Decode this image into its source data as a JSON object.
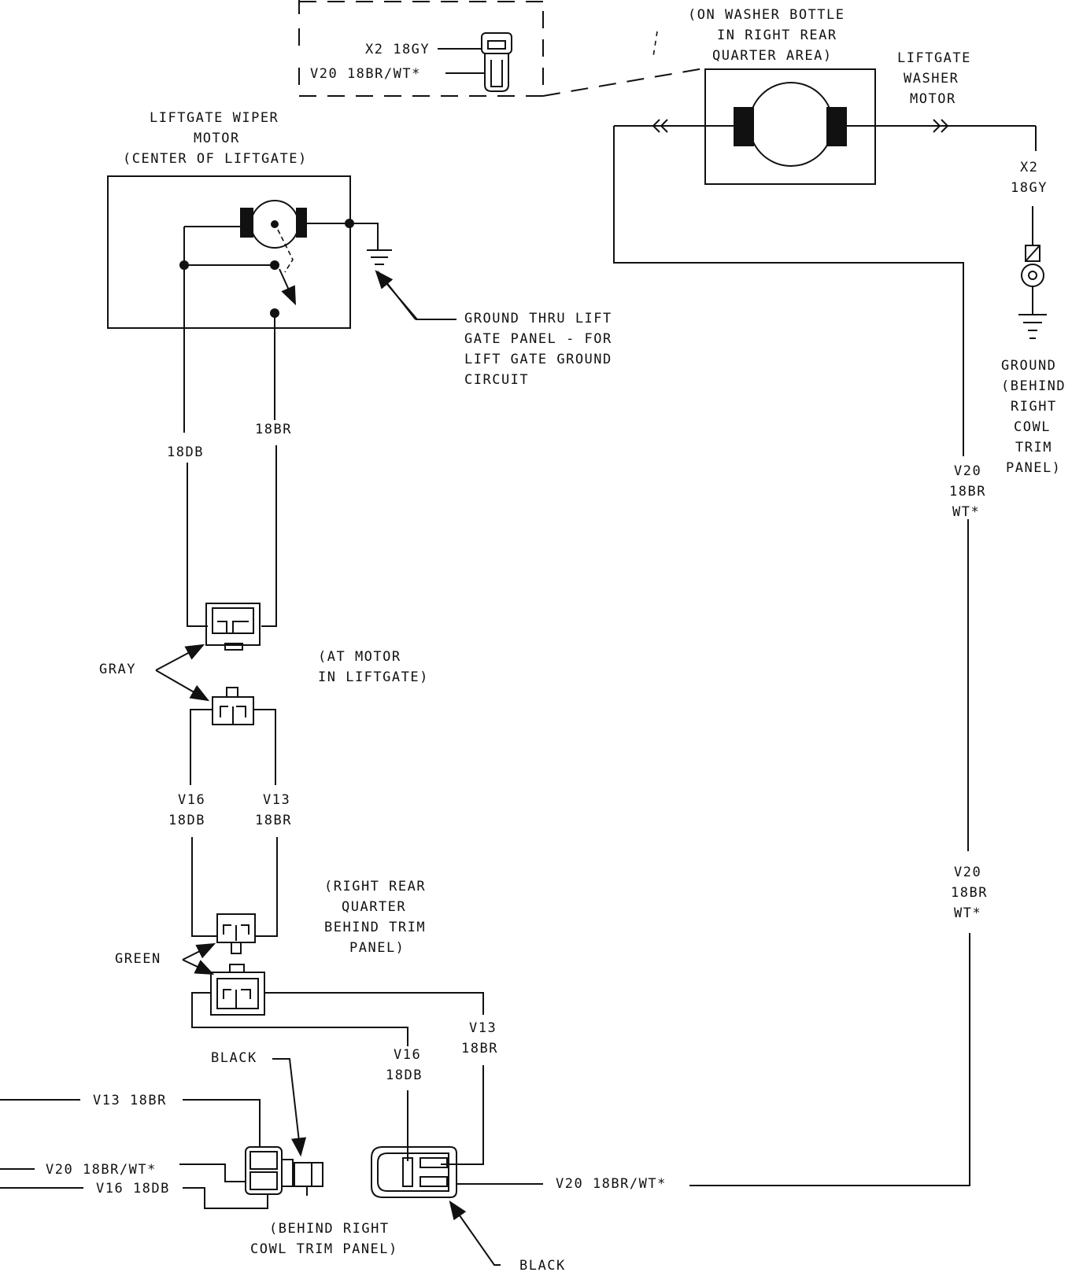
{
  "washer_bottle": {
    "loc": [
      "(ON WASHER BOTTLE",
      "IN RIGHT REAR",
      "QUARTER AREA)"
    ],
    "motor": [
      "LIFTGATE",
      "WASHER",
      "MOTOR"
    ]
  },
  "inset": {
    "x2": "X2 18GY",
    "v20": "V20 18BR/WT*"
  },
  "wiper_motor": [
    "LIFTGATE WIPER",
    "MOTOR",
    "(CENTER OF LIFTGATE)"
  ],
  "ground_lift": [
    "GROUND THRU LIFT",
    "GATE PANEL - FOR",
    "LIFT GATE GROUND",
    "CIRCUIT"
  ],
  "ground_cowl": [
    "GROUND",
    "(BEHIND",
    "RIGHT",
    "COWL",
    "TRIM",
    "PANEL)"
  ],
  "x2_wire": [
    "X2",
    "18GY"
  ],
  "v20_right_a": [
    "V20",
    "18BR",
    "WT*"
  ],
  "v20_right_b": [
    "V20",
    "18BR",
    "WT*"
  ],
  "wire_18db": "18DB",
  "wire_18br": "18BR",
  "gray": "GRAY",
  "at_motor": [
    "(AT MOTOR",
    "IN LIFTGATE)"
  ],
  "v16_mid": [
    "V16",
    "18DB"
  ],
  "v13_mid": [
    "V13",
    "18BR"
  ],
  "right_rear": [
    "(RIGHT REAR",
    "QUARTER",
    "BEHIND TRIM",
    "PANEL)"
  ],
  "green": "GREEN",
  "v13_low": [
    "V13",
    "18BR"
  ],
  "v16_low": [
    "V16",
    "18DB"
  ],
  "black_top": "BLACK",
  "black_bottom": "BLACK",
  "left_v13": "V13 18BR",
  "left_v20": "V20 18BR/WT*",
  "left_v16": "V16 18DB",
  "bottom_v20": "V20 18BR/WT*",
  "behind_cowl": [
    "(BEHIND RIGHT",
    "COWL TRIM PANEL)"
  ]
}
